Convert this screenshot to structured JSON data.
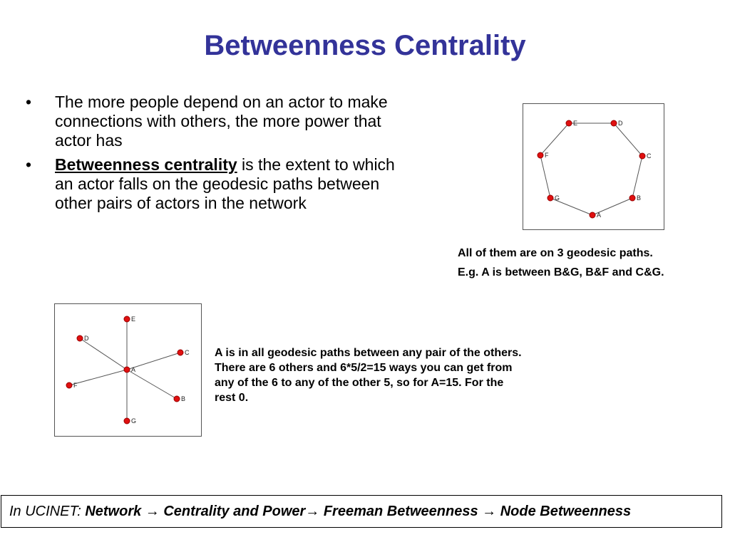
{
  "title": "Betweenness Centrality",
  "bullets": [
    {
      "marker": "•",
      "text": "The more people depend on an actor to make connections with others, the more power that actor has"
    },
    {
      "marker": "•",
      "term": "Betweenness centrality",
      "text": " is the extent to which an actor falls on the geodesic paths between other pairs of actors in the network"
    }
  ],
  "ring_graph": {
    "nodes": [
      "A",
      "B",
      "C",
      "D",
      "E",
      "F",
      "G"
    ],
    "edges": [
      [
        "A",
        "B"
      ],
      [
        "B",
        "C"
      ],
      [
        "C",
        "D"
      ],
      [
        "D",
        "E"
      ],
      [
        "E",
        "F"
      ],
      [
        "F",
        "G"
      ],
      [
        "G",
        "A"
      ]
    ],
    "node_color": "#e01010"
  },
  "ring_caption": {
    "line1": "All of them are on 3 geodesic paths.",
    "line2": "E.g. A is between B&G, B&F and C&G."
  },
  "star_graph": {
    "nodes": [
      "A",
      "B",
      "C",
      "D",
      "E",
      "F",
      "G"
    ],
    "edges": [
      [
        "A",
        "B"
      ],
      [
        "A",
        "C"
      ],
      [
        "A",
        "D"
      ],
      [
        "A",
        "E"
      ],
      [
        "A",
        "F"
      ],
      [
        "A",
        "G"
      ]
    ],
    "node_color": "#e01010"
  },
  "star_caption": "A is in all geodesic paths between any pair of the others. There are 6 others and 6*5/2=15 ways you can get from any of the 6 to any of the other 5, so for A=15. For the rest 0.",
  "footer": {
    "prefix": "In UCINET: ",
    "steps": [
      "Network",
      "Centrality and Power",
      "Freeman Betweenness",
      "Node Betweenness"
    ],
    "arrow": "→"
  },
  "colors": {
    "title": "#333399",
    "node": "#e01010"
  }
}
